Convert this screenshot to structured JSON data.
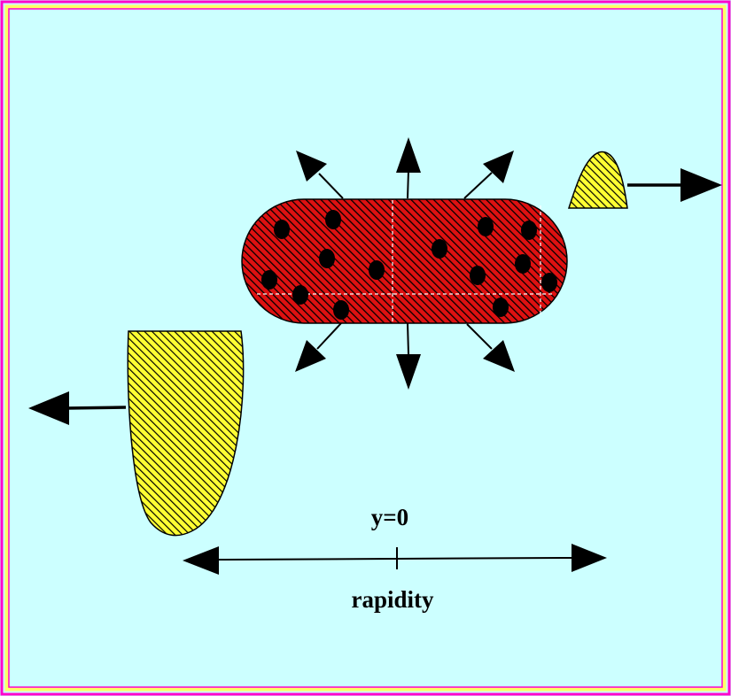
{
  "labels": {
    "midrapidity": "y=0",
    "axis": "rapidity"
  },
  "colors": {
    "background": "#ccffff",
    "outer_border": "#ff00cc",
    "inner_border": "#ffff66",
    "fireball": "#dd1111",
    "fragment": "#ffff33",
    "ink": "#000000"
  },
  "icons": {
    "fireball": "hatched-red-capsule",
    "fragments": "hatched-yellow-lobe",
    "particles": "black-dots",
    "emission": "arrows"
  }
}
